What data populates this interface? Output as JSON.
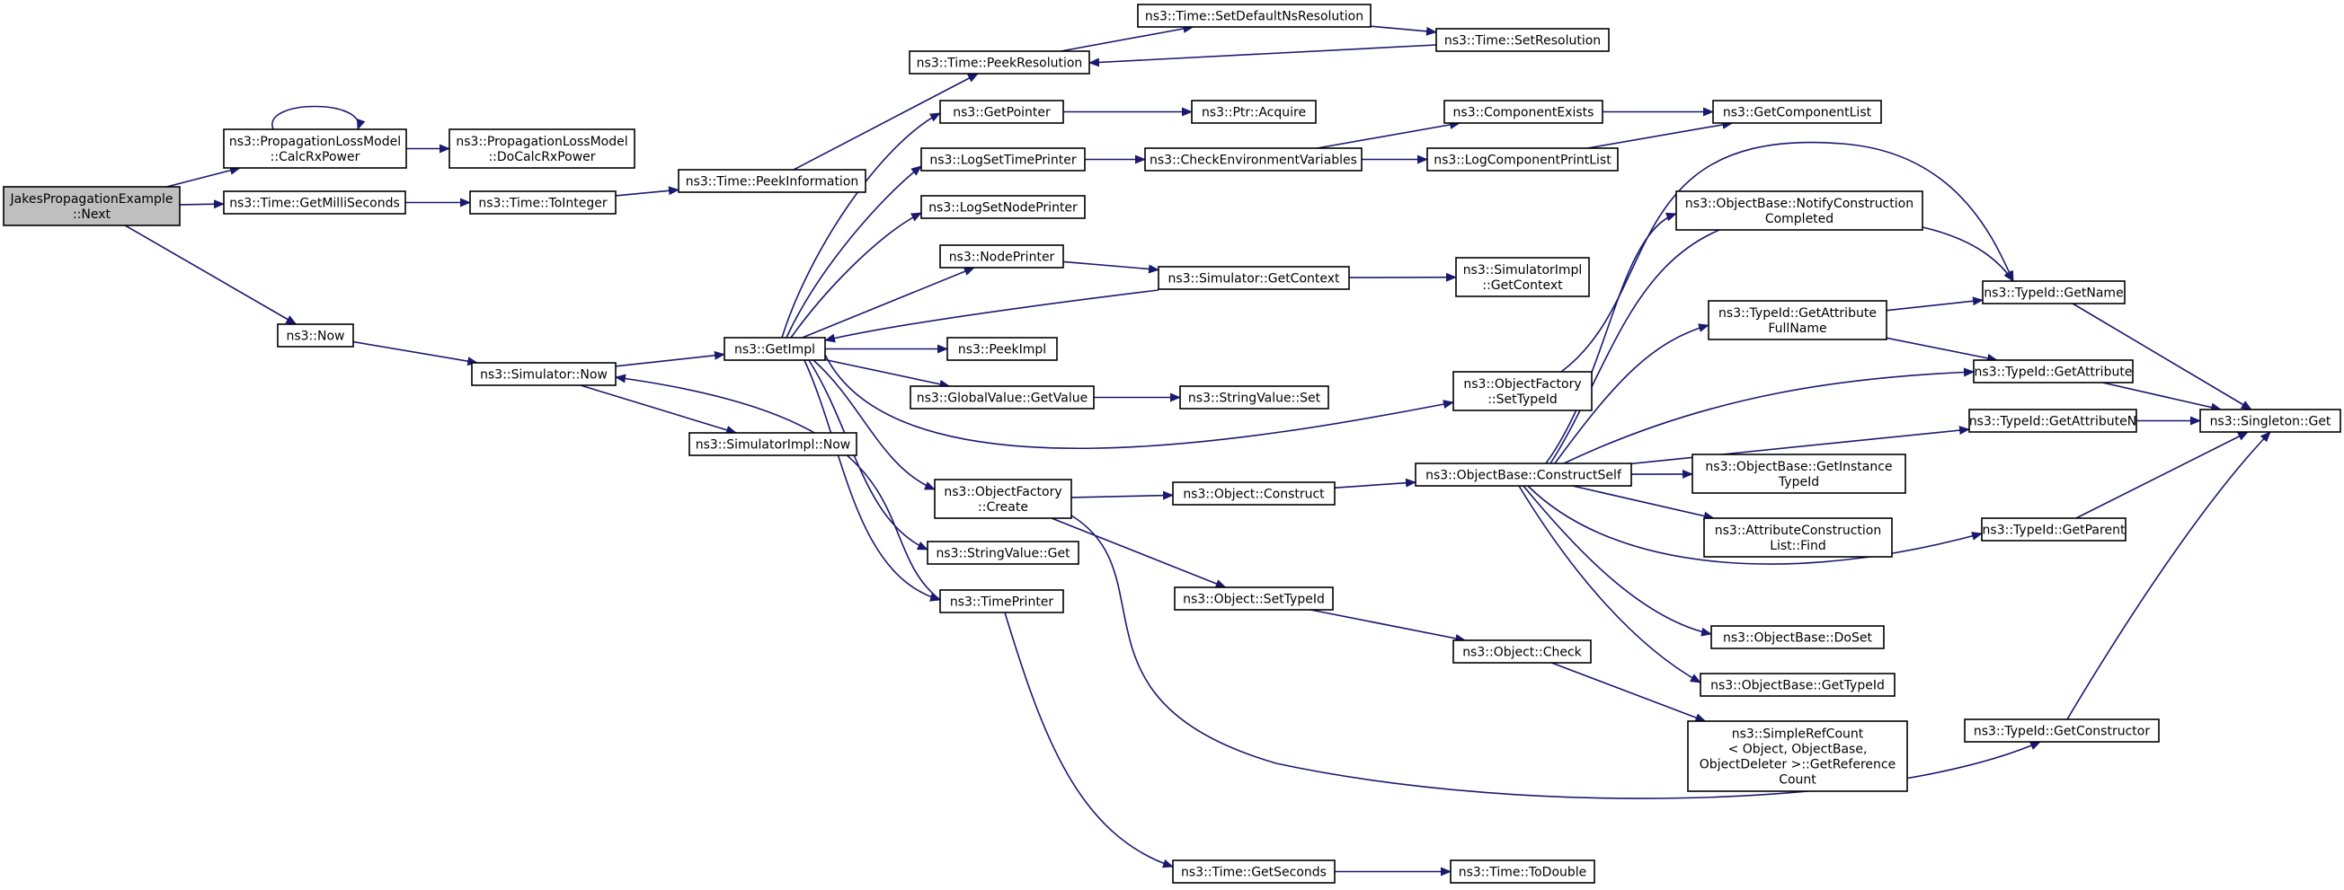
{
  "colors": {
    "edge": "#191970",
    "node_fill": "#ffffff",
    "root_fill": "#bfbfbf",
    "border": "#000000",
    "truncated_border": "#ff0000"
  },
  "nodes": [
    {
      "id": "n0",
      "lines": [
        "JakesPropagationExample",
        "::Next"
      ],
      "root": true
    },
    {
      "id": "n1",
      "lines": [
        "ns3::PropagationLossModel",
        "::CalcRxPower"
      ]
    },
    {
      "id": "n2",
      "lines": [
        "ns3::PropagationLossModel",
        "::DoCalcRxPower"
      ]
    },
    {
      "id": "n3",
      "lines": [
        "ns3::Time::GetMilliSeconds"
      ]
    },
    {
      "id": "n4",
      "lines": [
        "ns3::Time::ToInteger"
      ]
    },
    {
      "id": "n5",
      "lines": [
        "ns3::Time::PeekInformation"
      ]
    },
    {
      "id": "n6",
      "lines": [
        "ns3::Time::PeekResolution"
      ]
    },
    {
      "id": "n7",
      "lines": [
        "ns3::Time::SetDefaultNsResolution"
      ]
    },
    {
      "id": "n8",
      "lines": [
        "ns3::Time::SetResolution"
      ]
    },
    {
      "id": "n9",
      "lines": [
        "ns3::Now"
      ]
    },
    {
      "id": "n10",
      "lines": [
        "ns3::Simulator::Now"
      ]
    },
    {
      "id": "n11",
      "lines": [
        "ns3::GetImpl"
      ]
    },
    {
      "id": "n12",
      "lines": [
        "ns3::GetPointer"
      ]
    },
    {
      "id": "n13",
      "lines": [
        "ns3::Ptr::Acquire"
      ]
    },
    {
      "id": "n14",
      "lines": [
        "ns3::LogSetTimePrinter"
      ]
    },
    {
      "id": "n15",
      "lines": [
        "ns3::CheckEnvironmentVariables"
      ]
    },
    {
      "id": "n16",
      "lines": [
        "ns3::ComponentExists"
      ]
    },
    {
      "id": "n17",
      "lines": [
        "ns3::GetComponentList"
      ]
    },
    {
      "id": "n18",
      "lines": [
        "ns3::LogComponentPrintList"
      ]
    },
    {
      "id": "n19",
      "lines": [
        "ns3::LogSetNodePrinter"
      ]
    },
    {
      "id": "n20",
      "lines": [
        "ns3::NodePrinter"
      ]
    },
    {
      "id": "n21",
      "lines": [
        "ns3::Simulator::GetContext"
      ]
    },
    {
      "id": "n22",
      "lines": [
        "ns3::SimulatorImpl",
        "::GetContext"
      ]
    },
    {
      "id": "n23",
      "lines": [
        "ns3::PeekImpl"
      ]
    },
    {
      "id": "n24",
      "lines": [
        "ns3::GlobalValue::GetValue"
      ]
    },
    {
      "id": "n25",
      "lines": [
        "ns3::StringValue::Set"
      ]
    },
    {
      "id": "n26",
      "lines": [
        "ns3::SimulatorImpl::Now"
      ]
    },
    {
      "id": "n27",
      "lines": [
        "ns3::ObjectFactory",
        "::SetTypeId"
      ]
    },
    {
      "id": "n28",
      "lines": [
        "ns3::ObjectFactory",
        "::Create"
      ]
    },
    {
      "id": "n29",
      "lines": [
        "ns3::Object::Construct"
      ]
    },
    {
      "id": "n30",
      "lines": [
        "ns3::ObjectBase::ConstructSelf"
      ]
    },
    {
      "id": "n31",
      "lines": [
        "ns3::StringValue::Get"
      ]
    },
    {
      "id": "n32",
      "lines": [
        "ns3::TimePrinter"
      ]
    },
    {
      "id": "n33",
      "lines": [
        "ns3::Object::SetTypeId"
      ]
    },
    {
      "id": "n34",
      "lines": [
        "ns3::Object::Check"
      ]
    },
    {
      "id": "n35",
      "lines": [
        "ns3::Time::GetSeconds"
      ]
    },
    {
      "id": "n36",
      "lines": [
        "ns3::Time::ToDouble"
      ],
      "truncated": true
    },
    {
      "id": "n37",
      "lines": [
        "ns3::ObjectBase::NotifyConstruction",
        "Completed"
      ]
    },
    {
      "id": "n38",
      "lines": [
        "ns3::TypeId::GetAttribute",
        "FullName"
      ]
    },
    {
      "id": "n39",
      "lines": [
        "ns3::TypeId::GetName"
      ]
    },
    {
      "id": "n40",
      "lines": [
        "ns3::TypeId::GetAttribute"
      ]
    },
    {
      "id": "n41",
      "lines": [
        "ns3::TypeId::GetAttributeN"
      ]
    },
    {
      "id": "n42",
      "lines": [
        "ns3::Singleton::Get"
      ]
    },
    {
      "id": "n43",
      "lines": [
        "ns3::ObjectBase::GetInstance",
        "TypeId"
      ]
    },
    {
      "id": "n44",
      "lines": [
        "ns3::AttributeConstruction",
        "List::Find"
      ]
    },
    {
      "id": "n45",
      "lines": [
        "ns3::TypeId::GetParent"
      ],
      "truncated": true
    },
    {
      "id": "n46",
      "lines": [
        "ns3::ObjectBase::DoSet"
      ]
    },
    {
      "id": "n47",
      "lines": [
        "ns3::ObjectBase::GetTypeId"
      ],
      "truncated": true
    },
    {
      "id": "n48",
      "lines": [
        "ns3::SimpleRefCount",
        "< Object, ObjectBase,",
        " ObjectDeleter >::GetReference",
        "Count"
      ]
    },
    {
      "id": "n49",
      "lines": [
        "ns3::TypeId::GetConstructor"
      ]
    }
  ],
  "edges": [
    [
      "n0",
      "n1"
    ],
    [
      "n0",
      "n3"
    ],
    [
      "n0",
      "n9"
    ],
    [
      "n1",
      "n1"
    ],
    [
      "n1",
      "n2"
    ],
    [
      "n3",
      "n4"
    ],
    [
      "n4",
      "n5"
    ],
    [
      "n5",
      "n6"
    ],
    [
      "n6",
      "n7"
    ],
    [
      "n7",
      "n8"
    ],
    [
      "n8",
      "n6"
    ],
    [
      "n9",
      "n10"
    ],
    [
      "n10",
      "n11"
    ],
    [
      "n10",
      "n26"
    ],
    [
      "n11",
      "n12"
    ],
    [
      "n12",
      "n13"
    ],
    [
      "n11",
      "n14"
    ],
    [
      "n14",
      "n15"
    ],
    [
      "n15",
      "n16"
    ],
    [
      "n16",
      "n17"
    ],
    [
      "n15",
      "n18"
    ],
    [
      "n18",
      "n17"
    ],
    [
      "n11",
      "n19"
    ],
    [
      "n11",
      "n20"
    ],
    [
      "n20",
      "n21"
    ],
    [
      "n21",
      "n22"
    ],
    [
      "n21",
      "n11"
    ],
    [
      "n11",
      "n23"
    ],
    [
      "n11",
      "n24"
    ],
    [
      "n24",
      "n25"
    ],
    [
      "n11",
      "n27"
    ],
    [
      "n27",
      "n39"
    ],
    [
      "n11",
      "n28"
    ],
    [
      "n28",
      "n29"
    ],
    [
      "n29",
      "n30"
    ],
    [
      "n28",
      "n33"
    ],
    [
      "n28",
      "n49"
    ],
    [
      "n11",
      "n31"
    ],
    [
      "n11",
      "n32"
    ],
    [
      "n32",
      "n10"
    ],
    [
      "n32",
      "n35"
    ],
    [
      "n35",
      "n36"
    ],
    [
      "n33",
      "n34"
    ],
    [
      "n34",
      "n48"
    ],
    [
      "n30",
      "n37"
    ],
    [
      "n30",
      "n38"
    ],
    [
      "n30",
      "n39"
    ],
    [
      "n30",
      "n40"
    ],
    [
      "n30",
      "n41"
    ],
    [
      "n30",
      "n43"
    ],
    [
      "n30",
      "n44"
    ],
    [
      "n30",
      "n45"
    ],
    [
      "n30",
      "n46"
    ],
    [
      "n30",
      "n47"
    ],
    [
      "n38",
      "n39"
    ],
    [
      "n38",
      "n40"
    ],
    [
      "n39",
      "n42"
    ],
    [
      "n40",
      "n42"
    ],
    [
      "n41",
      "n42"
    ],
    [
      "n45",
      "n42"
    ],
    [
      "n49",
      "n42"
    ]
  ]
}
